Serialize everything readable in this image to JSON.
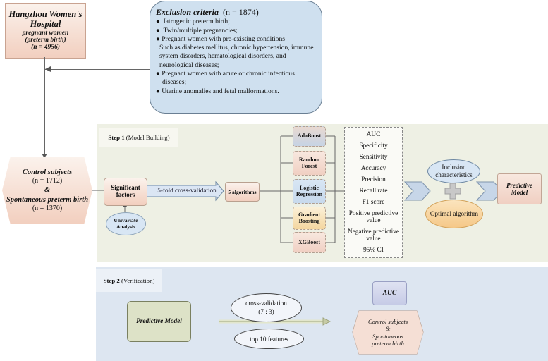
{
  "hospital": {
    "name": "Hangzhou Women's Hospital",
    "line1": "pregnant women",
    "line2": "(preterm birth)",
    "count": "(n = 4956)"
  },
  "exclusion": {
    "title": "Exclusion criteria",
    "count": "(n = 1874)",
    "items": [
      "Iatrogenic preterm birth;",
      "Twin/multiple pregnancies;",
      "Pregnant women with pre-existing conditions",
      "Pregnant women with acute or chronic infectious diseases;",
      "Uterine anomalies and fetal malformations."
    ],
    "conditions_detail": "Such as diabetes mellitus, chronic hypertension, immune system disorders, hematological disorders, and neurological diseases;"
  },
  "cohort": {
    "control_label": "Control subjects",
    "control_count": "(n = 1712)",
    "ampersand": "&",
    "sptb_label": "Spontaneous preterm birth",
    "sptb_count": "(n = 1370)"
  },
  "step1": {
    "label": "Step 1",
    "sub": "(Model Building)",
    "significant_factors": "Significant factors",
    "univariate": "Univariate Analysis",
    "cv_text": "5-fold cross-validation",
    "algorithms_count": "5 algorithms",
    "algorithms": [
      "AdaBoost",
      "Random Forest",
      "Logistic Regression",
      "Gradient Boosting",
      "XGBoost"
    ],
    "metrics": [
      "AUC",
      "Specificity",
      "Sensitivity",
      "Accuracy",
      "Precision",
      "Recall rate",
      "F1 score",
      "Positive predictive value",
      "Negative predictive value",
      "95% CI"
    ],
    "inclusion": "Inclusion characteristics",
    "plus": "+",
    "optimal": "Optimal algorithm",
    "predictive_model": "Predictive Model"
  },
  "step2": {
    "label": "Step 2",
    "sub": "(Verification)",
    "predictive_model": "Predictive Model",
    "cv_line1": "cross-validation",
    "cv_line2": "(7 : 3)",
    "top_features": "top 10 features",
    "auc": "AUC",
    "control_label": "Control subjects",
    "ampersand": "&",
    "sptb_label": "Spontaneous preterm birth"
  },
  "colors": {
    "peach": "#f2cfbf",
    "blue": "#cfe0ef",
    "step1_bg": "#eef0e4",
    "step2_bg": "#dde6f1",
    "orange": "#f5c888"
  }
}
